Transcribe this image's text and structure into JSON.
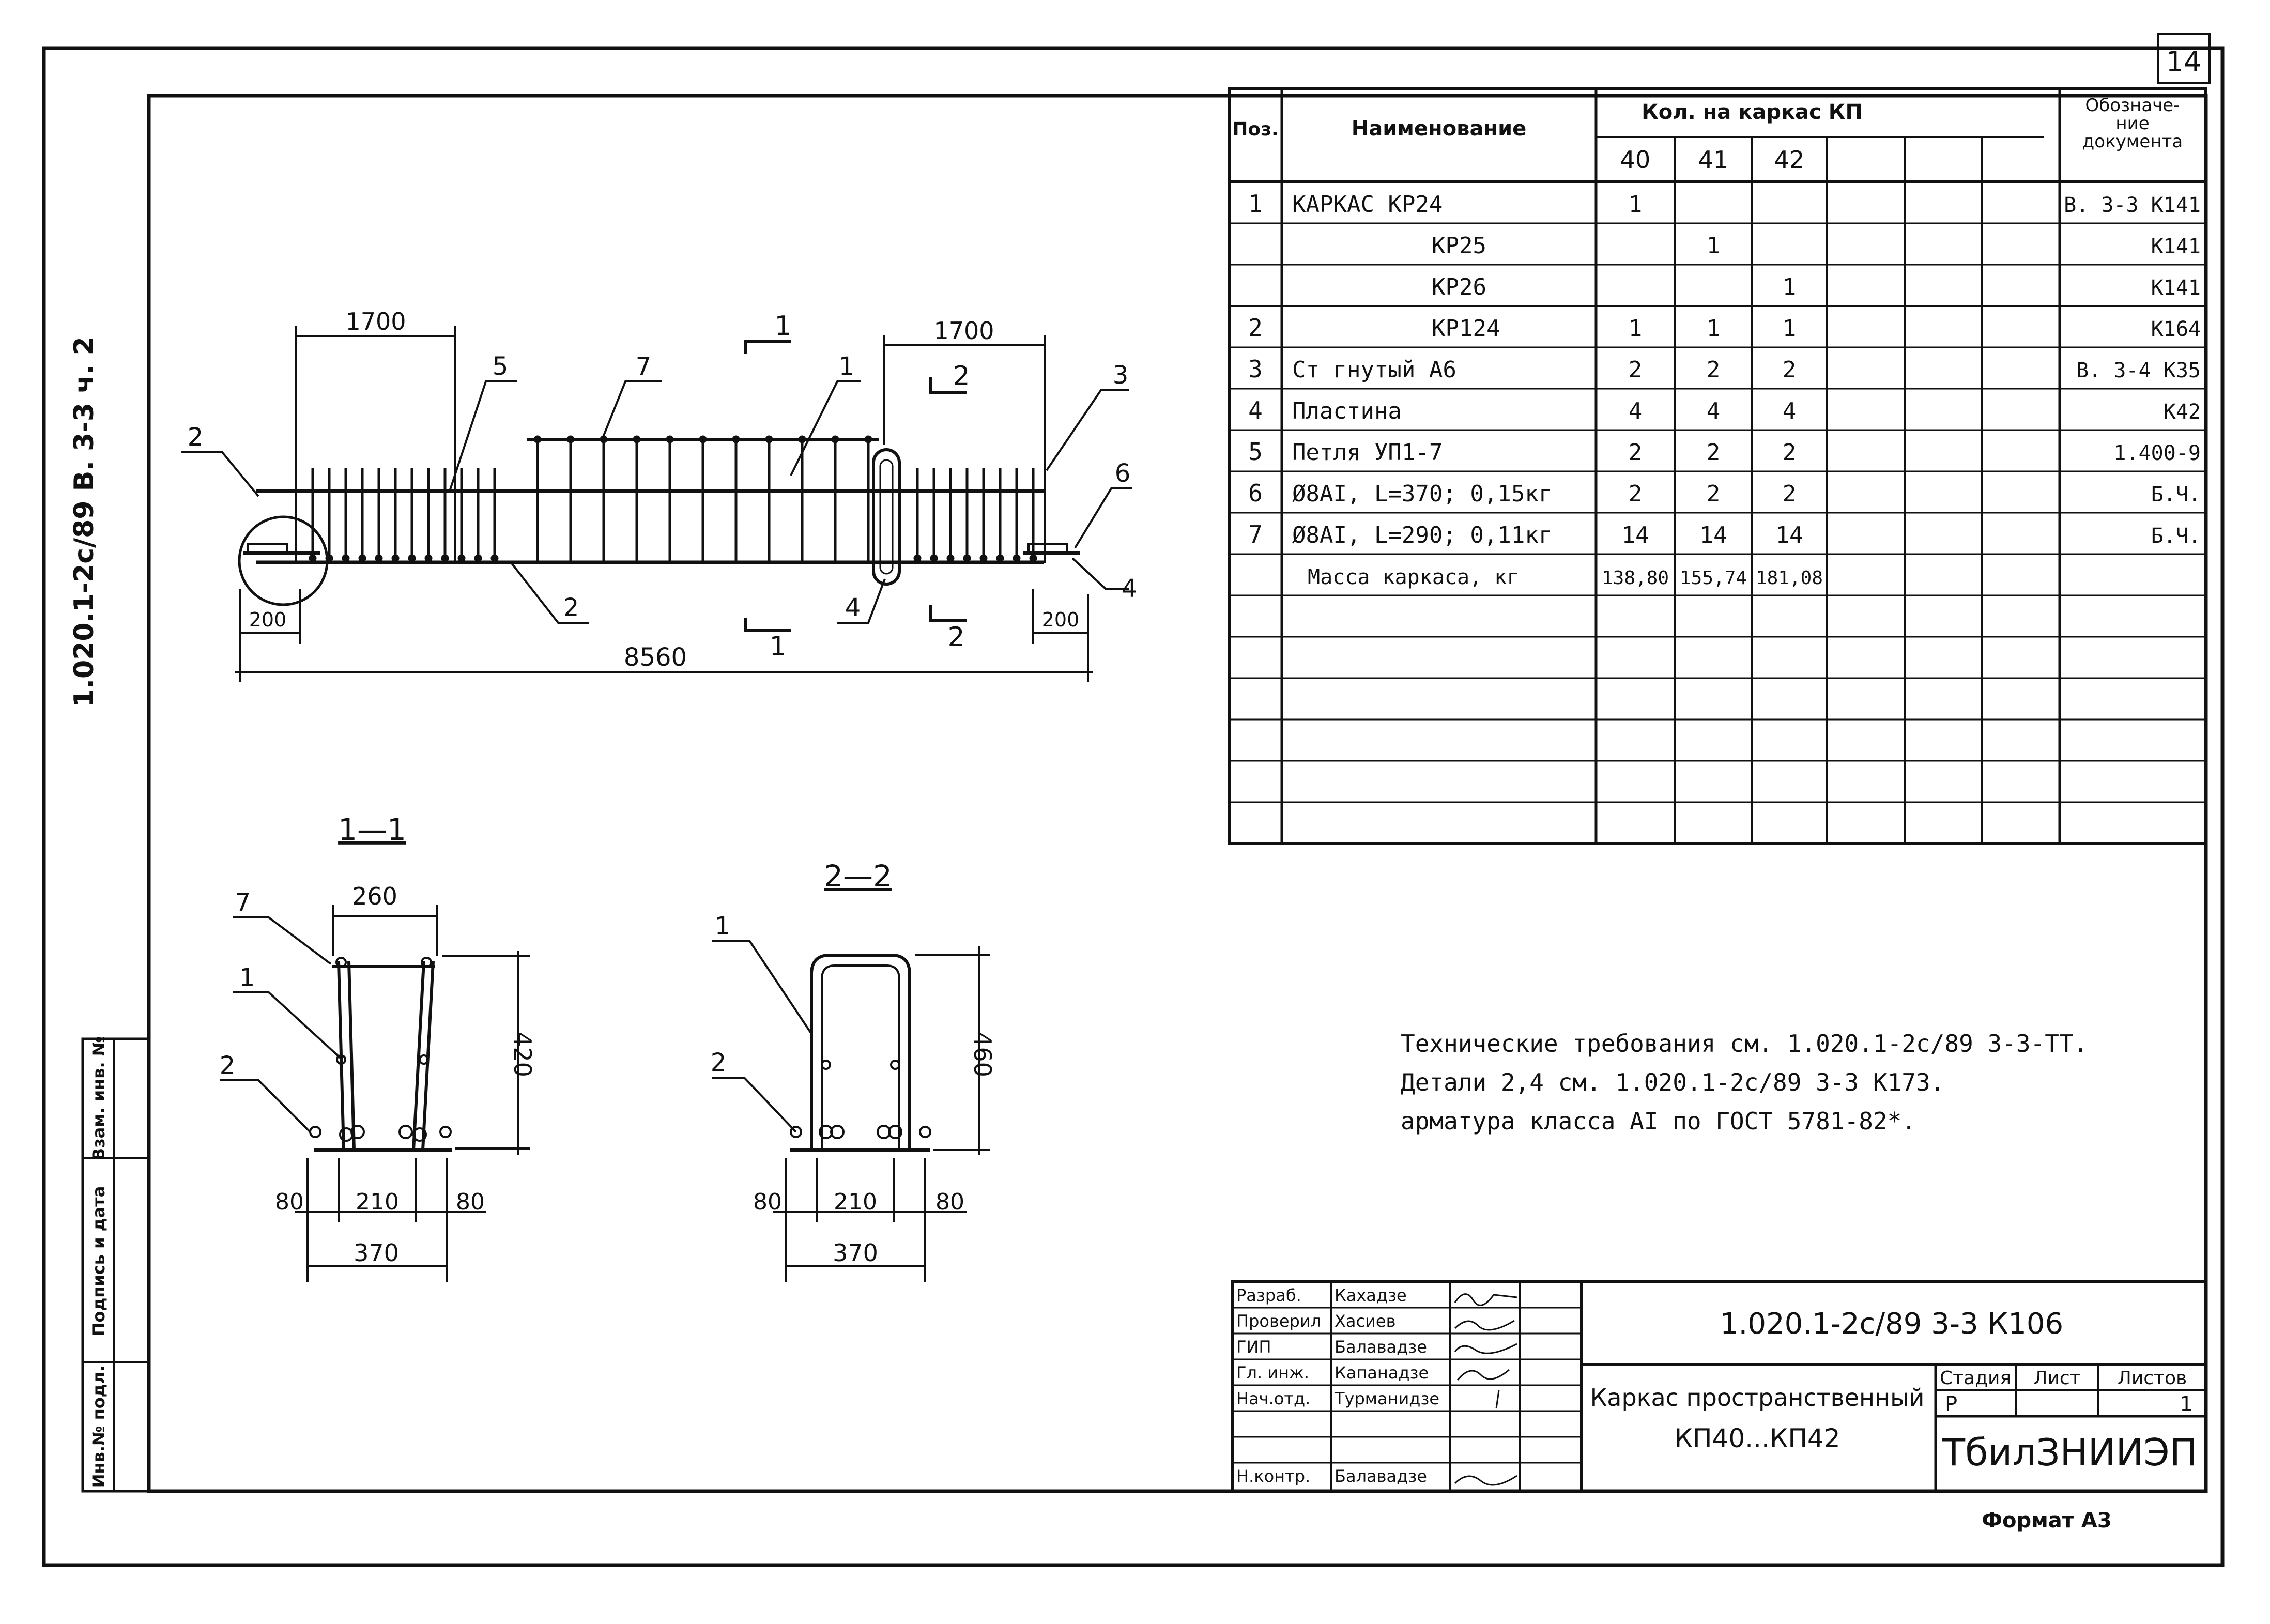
{
  "sheet_number": "14",
  "side_code": "1.020.1-2c/89  В. 3-3  ч. 2",
  "spec_table": {
    "headers": {
      "pos": "Поз.",
      "name": "Наименование",
      "qty_group": "Кол. на каркас КП",
      "doc": [
        "Обозначе-",
        "ние",
        "документа"
      ],
      "columns": [
        "40",
        "41",
        "42"
      ]
    },
    "rows": [
      {
        "pos": "1",
        "name": "КАРКАС   КР24",
        "q40": "1",
        "q41": "",
        "q42": "",
        "doc": "В. 3-3  К141"
      },
      {
        "pos": "",
        "name": "КР25",
        "q40": "",
        "q41": "1",
        "q42": "",
        "doc": "К141"
      },
      {
        "pos": "",
        "name": "КР26",
        "q40": "",
        "q41": "",
        "q42": "1",
        "doc": "К141"
      },
      {
        "pos": "2",
        "name": "КР124",
        "q40": "1",
        "q41": "1",
        "q42": "1",
        "doc": "К164"
      },
      {
        "pos": "3",
        "name": "Ст гнутый  А6",
        "q40": "2",
        "q41": "2",
        "q42": "2",
        "doc": "В. 3-4  К35"
      },
      {
        "pos": "4",
        "name": "Пластина",
        "q40": "4",
        "q41": "4",
        "q42": "4",
        "doc": "К42"
      },
      {
        "pos": "5",
        "name": "Петля  УП1-7",
        "q40": "2",
        "q41": "2",
        "q42": "2",
        "doc": "1.400-9"
      },
      {
        "pos": "6",
        "name": "Ø8AI,  L=370; 0,15кг",
        "q40": "2",
        "q41": "2",
        "q42": "2",
        "doc": "Б.Ч."
      },
      {
        "pos": "7",
        "name": "Ø8AI,  L=290; 0,11кг",
        "q40": "14",
        "q41": "14",
        "q42": "14",
        "doc": "Б.Ч."
      },
      {
        "pos": "",
        "name": "Масса каркаса, кг",
        "q40": "138,80",
        "q41": "155,74",
        "q42": "181,08",
        "doc": ""
      }
    ]
  },
  "elevation": {
    "dims": {
      "left_top": "1700",
      "right_top": "1700",
      "left_end": "200",
      "right_end": "200",
      "overall": "8560"
    },
    "section_marks": {
      "s1": "1",
      "s2": "2"
    },
    "callouts": [
      "2",
      "5",
      "7",
      "1",
      "2",
      "3",
      "6",
      "4",
      "2",
      "4"
    ]
  },
  "section_1": {
    "title": "1—1",
    "dims": {
      "top": "260",
      "height": "420",
      "left": "80",
      "middle": "210",
      "right": "80",
      "bottom": "370"
    },
    "callouts": [
      "7",
      "1",
      "2"
    ]
  },
  "section_2": {
    "title": "2—2",
    "dims": {
      "height": "460",
      "left": "80",
      "middle": "210",
      "right": "80",
      "bottom": "370"
    },
    "callouts": [
      "1",
      "2"
    ]
  },
  "notes": [
    "Технические требования см. 1.020.1-2с/89 3-3-ТТ.",
    "Детали  2,4   см. 1.020.1-2с/89 3-3 К173.",
    "арматура класса AI по ГОСТ 5781-82*."
  ],
  "stamp_side": {
    "inv_orig": "Инв.№ подл.",
    "sign_date": "Подпись и дата",
    "inv_repl": "Взам. инв. №"
  },
  "title_block": {
    "code": "1.020.1-2с/89 3-3 К106",
    "title_line1": "Каркас пространственный",
    "title_line2": "КП40...КП42",
    "stage_label": "Стадия",
    "sheet_label": "Лист",
    "sheets_label": "Листов",
    "stage": "Р",
    "sheet": "",
    "sheets": "1",
    "org": "ТбилЗНИИЭП",
    "people": [
      {
        "role": "Разраб.",
        "name": "Кахадзе"
      },
      {
        "role": "Проверил",
        "name": "Хасиев"
      },
      {
        "role": "ГИП",
        "name": "Балавадзе"
      },
      {
        "role": "Гл. инж.",
        "name": "Капанадзе"
      },
      {
        "role": "Нач.отд.",
        "name": "Турманидзе"
      },
      {
        "role": "",
        "name": ""
      },
      {
        "role": "",
        "name": ""
      },
      {
        "role": "Н.контр.",
        "name": "Балавадзе"
      }
    ]
  },
  "format": "Формат А3"
}
